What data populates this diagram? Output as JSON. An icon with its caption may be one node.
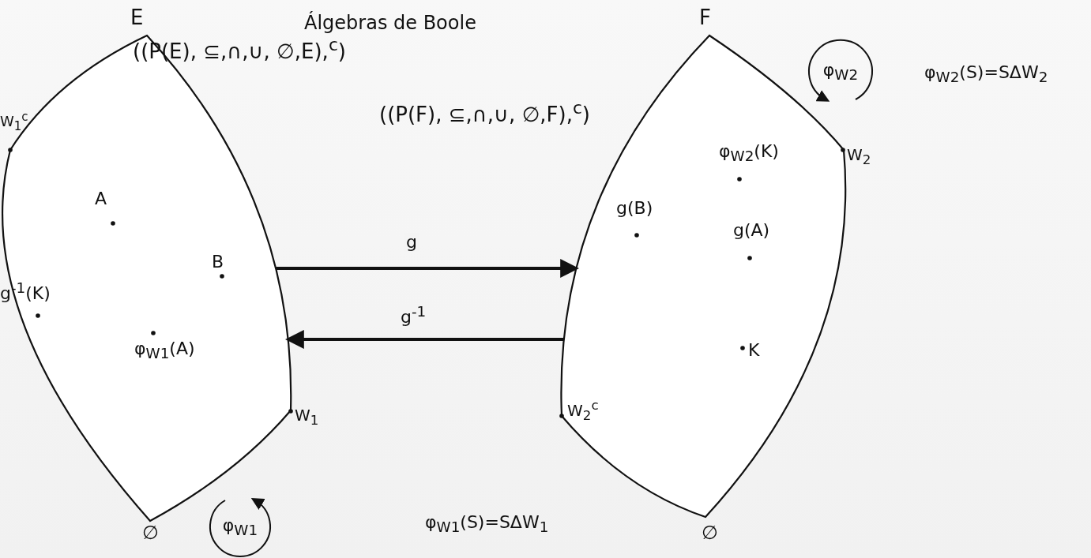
{
  "diagram": {
    "title": "Álgebras de Boole",
    "nodes": [
      {
        "text": [
          "E"
        ]
      },
      {
        "text": [
          "F"
        ]
      },
      {
        "text": [
          "φ$_{W2}$"
        ]
      },
      {
        "text": [
          "φ$_{W1}$"
        ]
      }
    ],
    "edges": [
      {
        "from": 0,
        "to": 1,
        "arrow": "to",
        "label": "g"
      },
      {
        "from": 1,
        "to": 0,
        "arrow": "to",
        "label": "g$^{-1}$"
      }
    ],
    "labels": [
      "((P(E), ⊆,∩,∪, ∅,E),$^{c}$)",
      "((P(F), ⊆,∩,∪, ∅,F),$^{c}$)",
      "φ$_{W2}$(S)=SΔW$_{2}$",
      "W$_{1}$$^{c}$",
      "W$_{2}$",
      "φ$_{W2}$(K)",
      "A",
      "g(B)",
      "g(A)",
      "B",
      "g$^{-1}$(K)",
      "φ$_{W1}$(A)",
      "K",
      "W$_{1}$",
      "W$_{2}$$^{c}$",
      "∅",
      "φ$_{W1}$(S)=SΔW$_{1}$",
      "∅"
    ]
  }
}
